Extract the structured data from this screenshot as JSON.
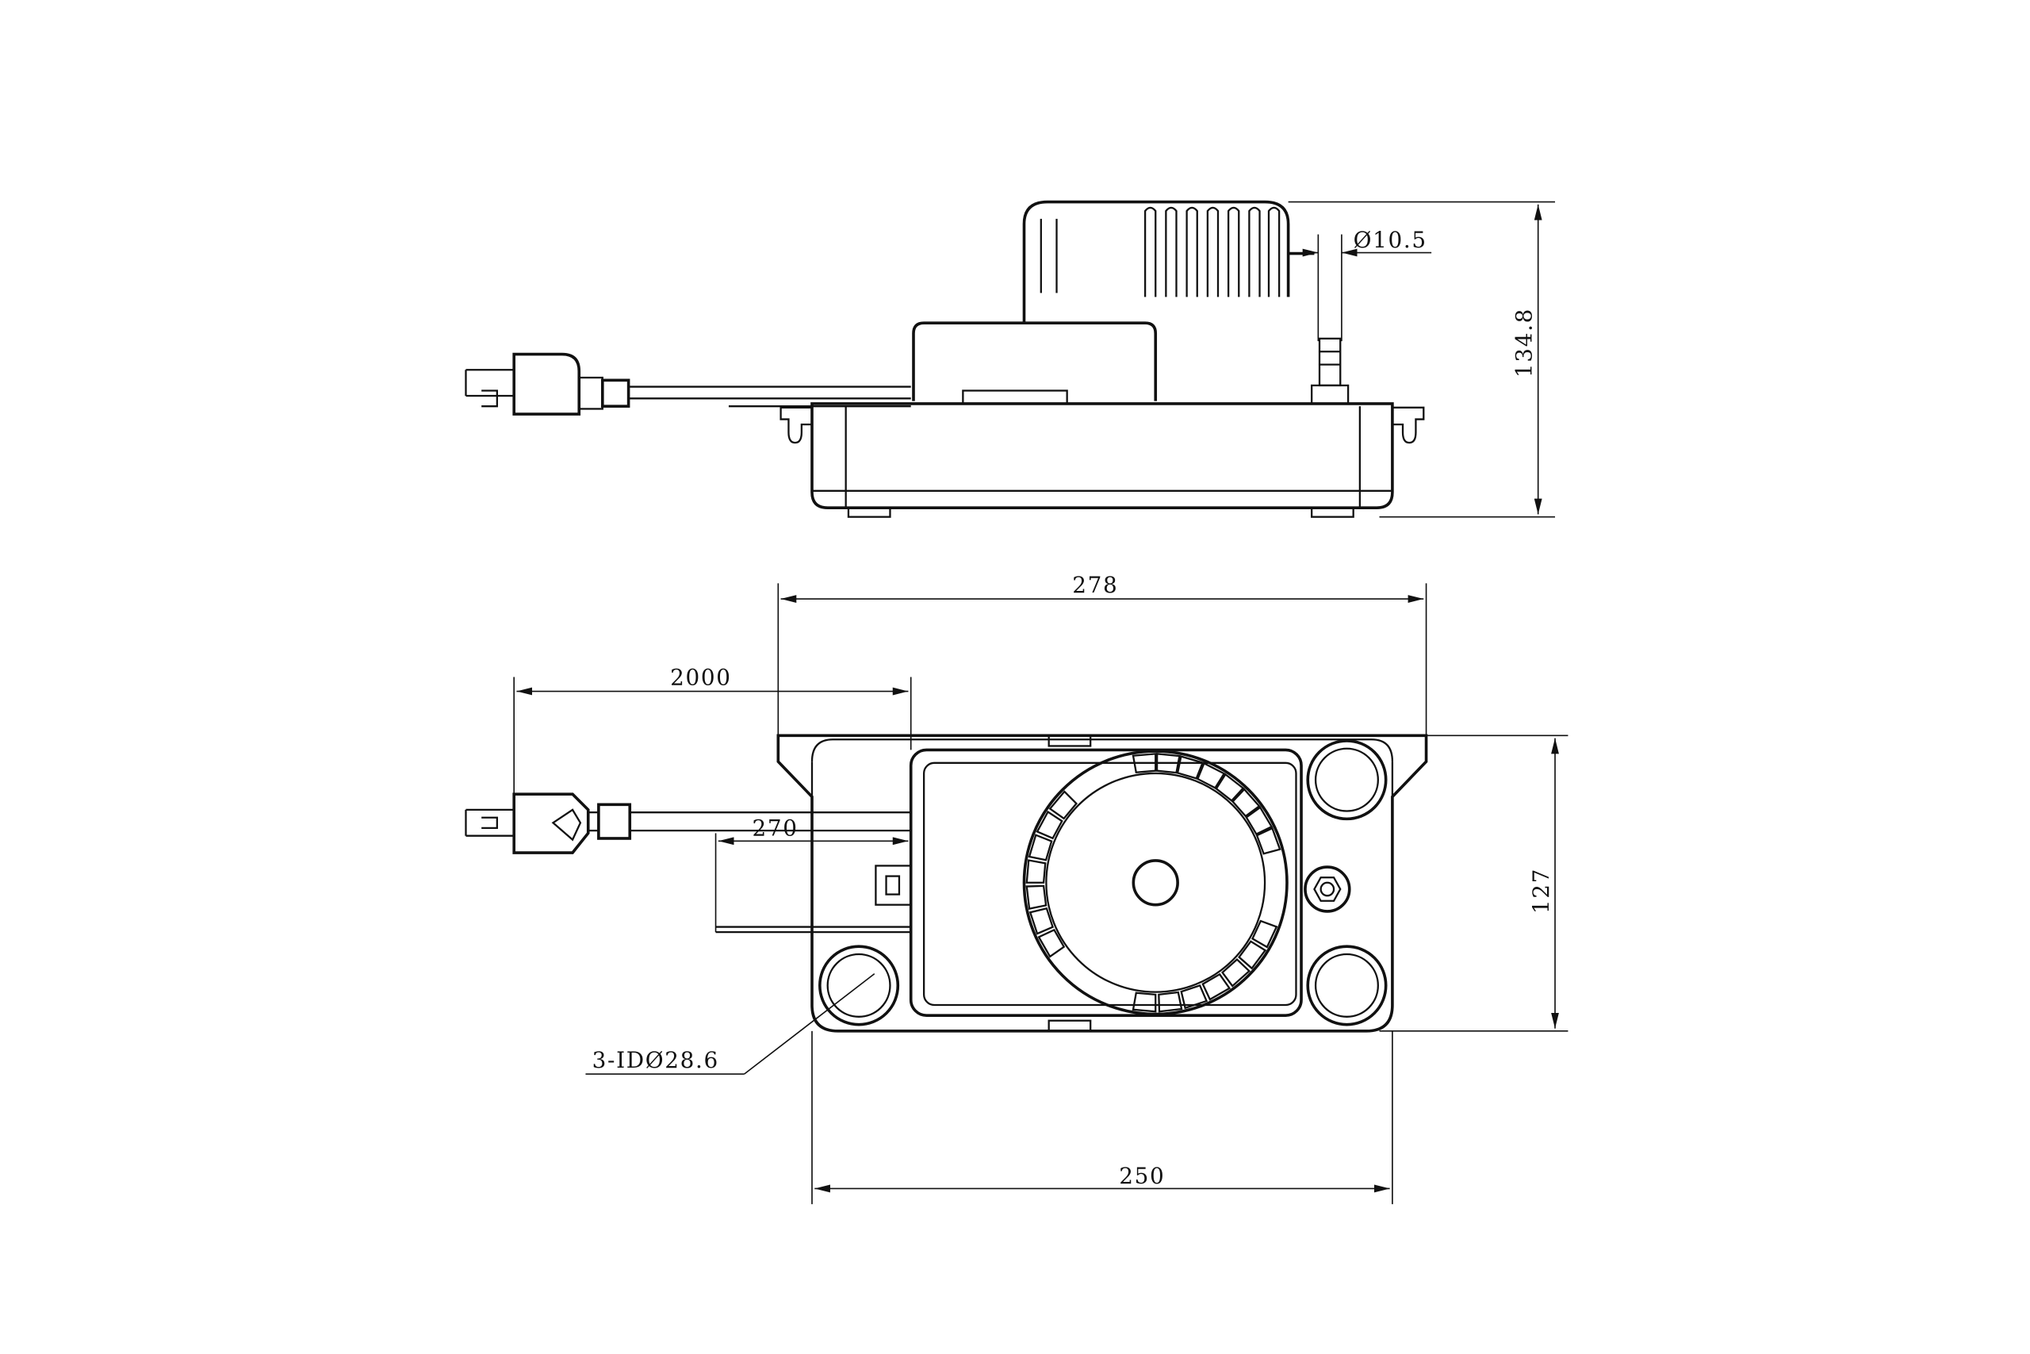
{
  "drawing": {
    "top_view": {
      "height_dim": "134.8",
      "outlet_dia_dim": "Ø10.5"
    },
    "plan_view": {
      "overall_width_dim": "278",
      "cord_length_dim": "2000",
      "wire_length_dim": "270",
      "depth_dim": "127",
      "body_width_dim": "250",
      "inlet_holes_callout": "3-IDØ28.6"
    },
    "colors": {
      "line": "#111111",
      "background": "#ffffff"
    }
  }
}
